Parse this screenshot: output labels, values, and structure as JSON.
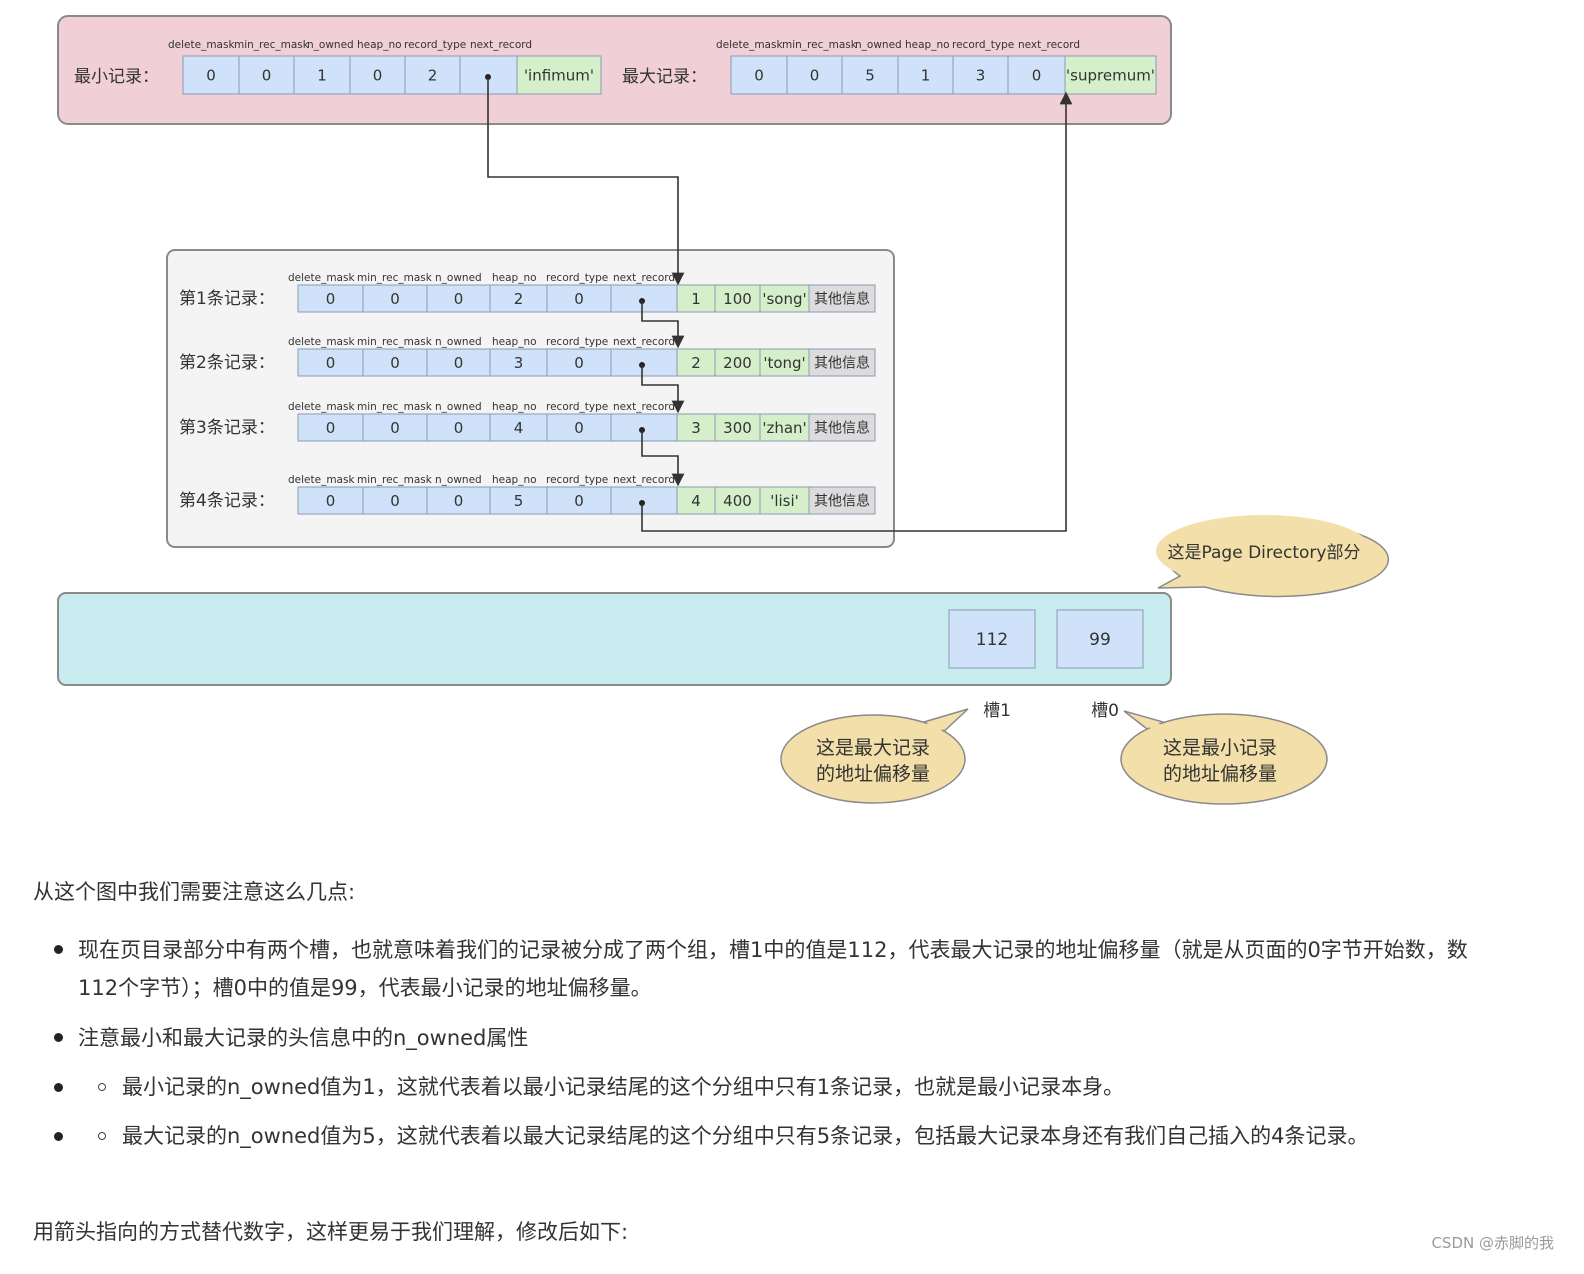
{
  "diagram": {
    "top_fields": [
      "delete_mask",
      "min_rec_mask",
      "n_owned",
      "heap_no",
      "record_type",
      "next_record"
    ],
    "infimum": {
      "label": "最小记录：",
      "values": [
        "0",
        "0",
        "1",
        "0",
        "2"
      ],
      "name": "'infimum'"
    },
    "supremum": {
      "label": "最大记录：",
      "values": [
        "0",
        "0",
        "5",
        "1",
        "3",
        "0"
      ],
      "name": "'supremum'"
    },
    "record_fields": [
      "delete_mask",
      "min_rec_mask",
      "n_owned",
      "heap_no",
      "record_type",
      "next_record"
    ],
    "records": [
      {
        "label": "第1条记录：",
        "values": [
          "0",
          "0",
          "0",
          "2",
          "0"
        ],
        "id": "1",
        "num": "100",
        "name": "'song'",
        "other": "其他信息"
      },
      {
        "label": "第2条记录：",
        "values": [
          "0",
          "0",
          "0",
          "3",
          "0"
        ],
        "id": "2",
        "num": "200",
        "name": "'tong'",
        "other": "其他信息"
      },
      {
        "label": "第3条记录：",
        "values": [
          "0",
          "0",
          "0",
          "4",
          "0"
        ],
        "id": "3",
        "num": "300",
        "name": "'zhan'",
        "other": "其他信息"
      },
      {
        "label": "第4条记录：",
        "values": [
          "0",
          "0",
          "0",
          "5",
          "0"
        ],
        "id": "4",
        "num": "400",
        "name": "'lisi'",
        "other": "其他信息"
      }
    ],
    "slots": [
      {
        "value": "112",
        "label": "槽1"
      },
      {
        "value": "99",
        "label": "槽0"
      }
    ],
    "bubble_page_directory": "这是Page Directory部分",
    "bubble_max": [
      "这是最大记录",
      "的地址偏移量"
    ],
    "bubble_min": [
      "这是最小记录",
      "的地址偏移量"
    ],
    "colors": {
      "top_bg": "#f0cfd6",
      "cell_blue": "#cfe2fa",
      "cell_green": "#d5efcb",
      "cell_grey": "#dcdcdc",
      "dir_bg": "#c8ebf0",
      "bubble": "#f3dfa9"
    }
  },
  "article": {
    "intro": "从这个图中我们需要注意这么几点:",
    "bullet1": "现在页目录部分中有两个槽，也就意味着我们的记录被分成了两个组，槽1中的值是112，代表最大记录的地址偏移量（就是从页面的0字节开始数，数112个字节）；槽0中的值是99，代表最小记录的地址偏移量。",
    "bullet2": "注意最小和最大记录的头信息中的n_owned属性",
    "sub1": "最小记录的n_owned值为1，这就代表着以最小记录结尾的这个分组中只有1条记录，也就是最小记录本身。",
    "sub2": "最大记录的n_owned值为5，这就代表着以最大记录结尾的这个分组中只有5条记录，包括最大记录本身还有我们自己插入的4条记录。",
    "outro": "用箭头指向的方式替代数字，这样更易于我们理解，修改后如下:"
  },
  "watermark": "CSDN @赤脚的我"
}
